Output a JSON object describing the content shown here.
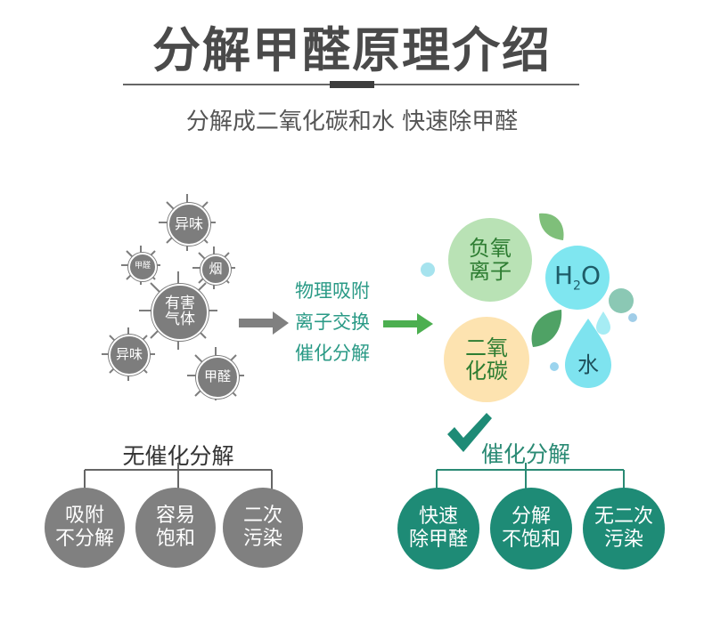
{
  "title": "分解甲醛原理介绍",
  "subtitle": "分解成二氧化碳和水  快速除甲醛",
  "pollutants": [
    {
      "label": "异味"
    },
    {
      "label": "甲醛"
    },
    {
      "label": "烟"
    },
    {
      "label": "有害\n气体"
    },
    {
      "label": "异味"
    },
    {
      "label": "甲醛"
    }
  ],
  "process": [
    "物理吸附",
    "离子交换",
    "催化分解"
  ],
  "products": {
    "negative_ion": "负氧\n离子",
    "co2": "二氧\n化碳",
    "h2o_h": "H",
    "h2o_sub": "2",
    "h2o_o": "O",
    "water": "水"
  },
  "no_catalysis": {
    "title": "无催化分解",
    "items": [
      "吸附\n不分解",
      "容易\n饱和",
      "二次\n污染"
    ]
  },
  "catalysis": {
    "title": "催化分解",
    "items": [
      "快速\n除甲醛",
      "分解\n不饱和",
      "无二次\n污染"
    ]
  },
  "colors": {
    "gray": "#808080",
    "teal": "#1e8b76",
    "process_text": "#2a9a86",
    "arrow_gray": "#808080",
    "arrow_green": "#4caf50",
    "ion_bg": "#b9e2b5",
    "co2_bg": "#fde3b0",
    "h2o_bg": "#7fe6f0"
  }
}
